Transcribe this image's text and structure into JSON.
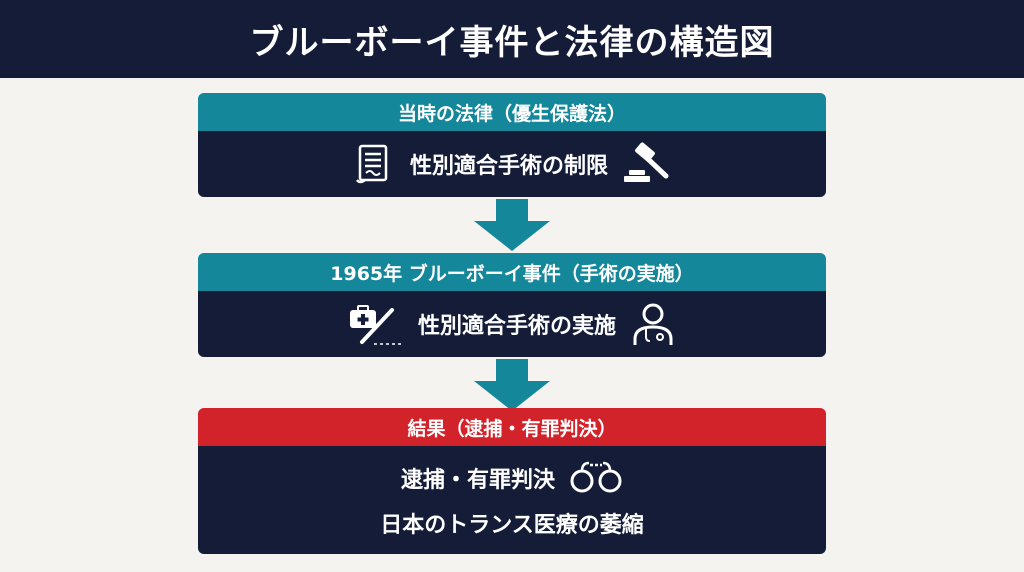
{
  "title": "ブルーボーイ事件と法律の構造図",
  "colors": {
    "navy": "#141c38",
    "teal": "#14879b",
    "red": "#d2232a",
    "background": "#f4f3ef"
  },
  "steps": [
    {
      "header": "当時の法律（優生保護法）",
      "lines": [
        "性別適合手術の制限"
      ],
      "icons": [
        "scroll-document-icon",
        "gavel-icon"
      ]
    },
    {
      "header": "1965年 ブルーボーイ事件（手術の実施）",
      "lines": [
        "性別適合手術の実施"
      ],
      "icons": [
        "medical-kit-scalpel-icon",
        "doctor-icon"
      ]
    },
    {
      "header": "結果（逮捕・有罪判決）",
      "lines": [
        "逮捕・有罪判決",
        "日本のトランス医療の萎縮"
      ],
      "icons": [
        "handcuffs-icon"
      ]
    }
  ]
}
